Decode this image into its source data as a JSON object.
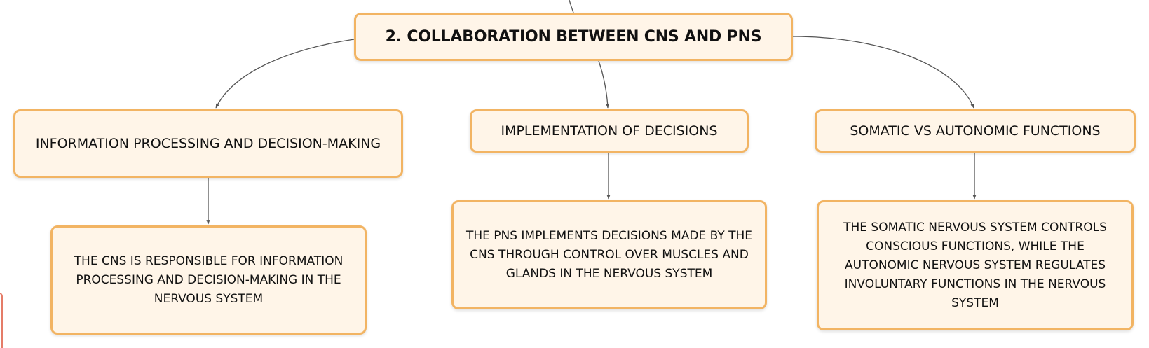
{
  "diagram": {
    "root": "2. COLLABORATION BETWEEN CNS AND PNS",
    "branches": [
      {
        "title": "INFORMATION PROCESSING AND DECISION-MAKING",
        "detail": "THE CNS IS RESPONSIBLE FOR INFORMATION PROCESSING AND DECISION-MAKING IN THE NERVOUS SYSTEM"
      },
      {
        "title": "IMPLEMENTATION OF DECISIONS",
        "detail": "THE PNS IMPLEMENTS DECISIONS MADE BY THE CNS THROUGH CONTROL OVER MUSCLES AND GLANDS IN THE NERVOUS SYSTEM"
      },
      {
        "title": "SOMATIC VS AUTONOMIC FUNCTIONS",
        "detail": "THE SOMATIC NERVOUS SYSTEM CONTROLS CONSCIOUS FUNCTIONS, WHILE THE AUTONOMIC NERVOUS SYSTEM REGULATES INVOLUNTARY FUNCTIONS IN THE NERVOUS SYSTEM"
      }
    ]
  },
  "colors": {
    "node_fill": "#fff5e8",
    "node_border": "#f2b463",
    "connector": "#555555",
    "side_mark": "#e57c68"
  }
}
